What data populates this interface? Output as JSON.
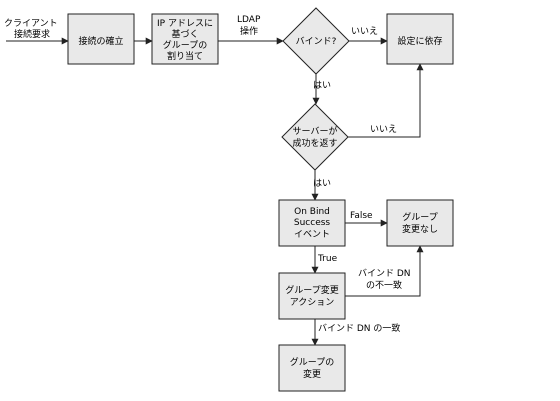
{
  "nodes": {
    "client": [
      "クライアント",
      "接続要求"
    ],
    "connect": [
      "接続の確立"
    ],
    "ip_group": [
      "IP アドレスに",
      "基づく",
      "グループの",
      "割り当て"
    ],
    "bind": [
      "バインド?"
    ],
    "depends": [
      "設定に依存"
    ],
    "server_return": [
      "サーバーが",
      "成功を返す"
    ],
    "on_bind": [
      "On Bind",
      "Success",
      "イベント"
    ],
    "no_change": [
      "グループ",
      "変更なし"
    ],
    "group_action": [
      "グループ変更",
      "アクション"
    ],
    "group_change": [
      "グループの",
      "変更"
    ]
  },
  "edges": {
    "ldap": [
      "LDAP",
      "操作"
    ],
    "no1": "いいえ",
    "yes1": "はい",
    "no2": "いいえ",
    "yes2": "はい",
    "false": "False",
    "true": "True",
    "dn_mismatch": [
      "バインド DN",
      "の不一致"
    ],
    "dn_match": "バインド DN の一致"
  }
}
